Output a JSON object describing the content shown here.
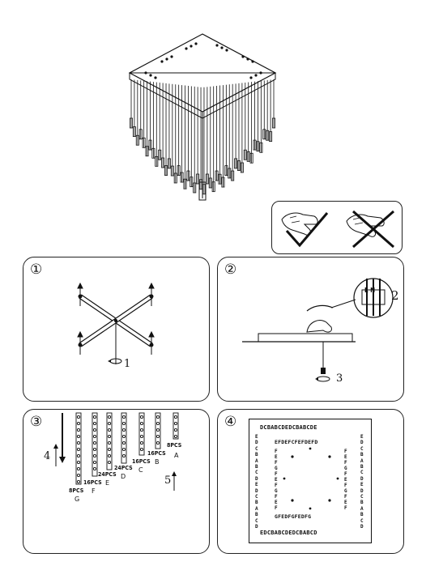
{
  "step_labels": {
    "p1": "①",
    "p2": "②",
    "p3": "③",
    "p4": "④"
  },
  "panel1": {
    "step_num": "1"
  },
  "panel2": {
    "step_num": "3",
    "terminal_label": "L N",
    "callout_num": "2"
  },
  "panel3": {
    "strands": [
      {
        "count": "8PCS",
        "letter": "G"
      },
      {
        "count": "16PCS",
        "letter": "F"
      },
      {
        "count": "24PCS",
        "letter": "E"
      },
      {
        "count": "24PCS",
        "letter": "D"
      },
      {
        "count": "16PCS",
        "letter": "C"
      },
      {
        "count": "16PCS",
        "letter": "B"
      },
      {
        "count": "8PCS",
        "letter": "A"
      }
    ],
    "arrow_left_num": "4",
    "arrow_right_num": "5"
  },
  "panel4": {
    "top_row": "DCBABCDEDCBABCDE",
    "inner_top_row": "EFDEFCFEFDEFD",
    "inner_bottom_row": "GFEDFGFEDFG",
    "bottom_row": "EDCBABCDEDCBABCD",
    "left_col": "EDCBABCDEDCBABCD",
    "right_col": "EDCBABCDEDCBABCD",
    "inner_left_col": "FEFGFEFGFEF",
    "inner_right_col": "FEFGFEFGFEF"
  }
}
